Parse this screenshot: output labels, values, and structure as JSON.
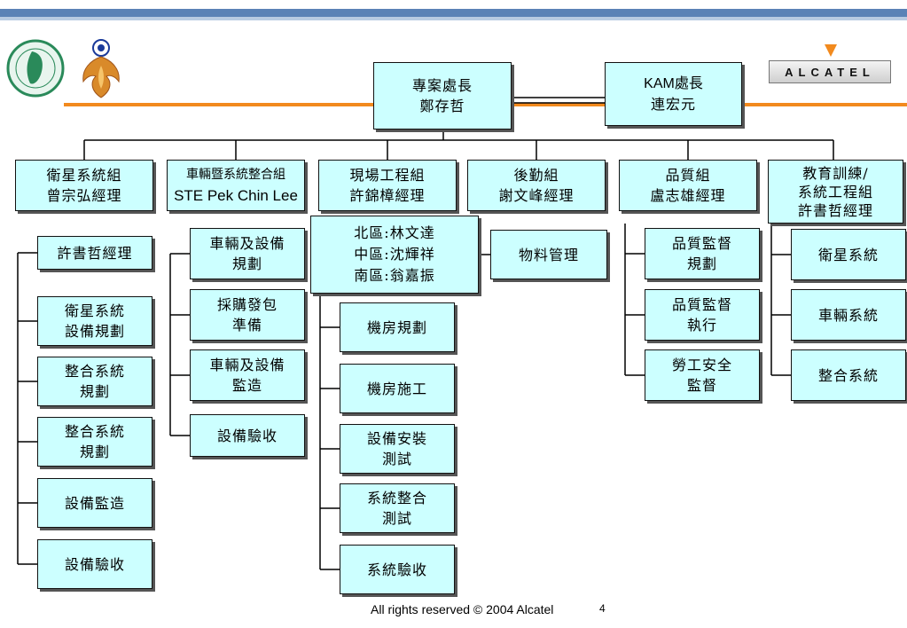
{
  "header": {
    "logos": [
      "taiwan-association-logo",
      "phoenix-emblem-logo",
      "alcatel-logo"
    ],
    "alcatel_wordmark": "ALCATEL",
    "accent_colors": {
      "band": "#5b82b6",
      "orange": "#f28a1e",
      "box_fill": "#ccffff"
    }
  },
  "top": {
    "director": {
      "title": "專案處長",
      "name": "鄭存哲"
    },
    "kam": {
      "title": "KAM處長",
      "name": "連宏元"
    }
  },
  "groups": [
    {
      "title": "衛星系統組",
      "lead": "曾宗弘經理",
      "children": [
        "許書哲經理",
        "衛星系統|設備規劃",
        "整合系統|規劃",
        "整合系統|規劃",
        "設備監造",
        "設備驗收"
      ]
    },
    {
      "title": "車輛暨系統整合組",
      "lead": "STE Pek Chin Lee",
      "children": [
        "車輛及設備|規劃",
        "採購發包|準備",
        "車輛及設備|監造",
        "設備驗收"
      ]
    },
    {
      "title": "現場工程組",
      "lead": "許錦樟經理",
      "regions": [
        "北區:林文達",
        "中區:沈輝祥",
        "南區:翁嘉振"
      ],
      "children": [
        "機房規劃",
        "機房施工",
        "設備安裝|測試",
        "系統整合|測試",
        "系統驗收"
      ]
    },
    {
      "title": "後勤組",
      "lead": "謝文峰經理",
      "children": [
        "物料管理"
      ]
    },
    {
      "title": "品質組",
      "lead": "盧志雄經理",
      "children": [
        "品質監督|規劃",
        "品質監督|執行",
        "勞工安全|監督"
      ]
    },
    {
      "title": "教育訓練/",
      "title2": "系統工程組",
      "lead": "許書哲經理",
      "children": [
        "衛星系統",
        "車輛系統",
        "整合系統"
      ]
    }
  ],
  "footer": {
    "copyright": "All rights reserved © 2004 Alcatel",
    "page": "4"
  }
}
